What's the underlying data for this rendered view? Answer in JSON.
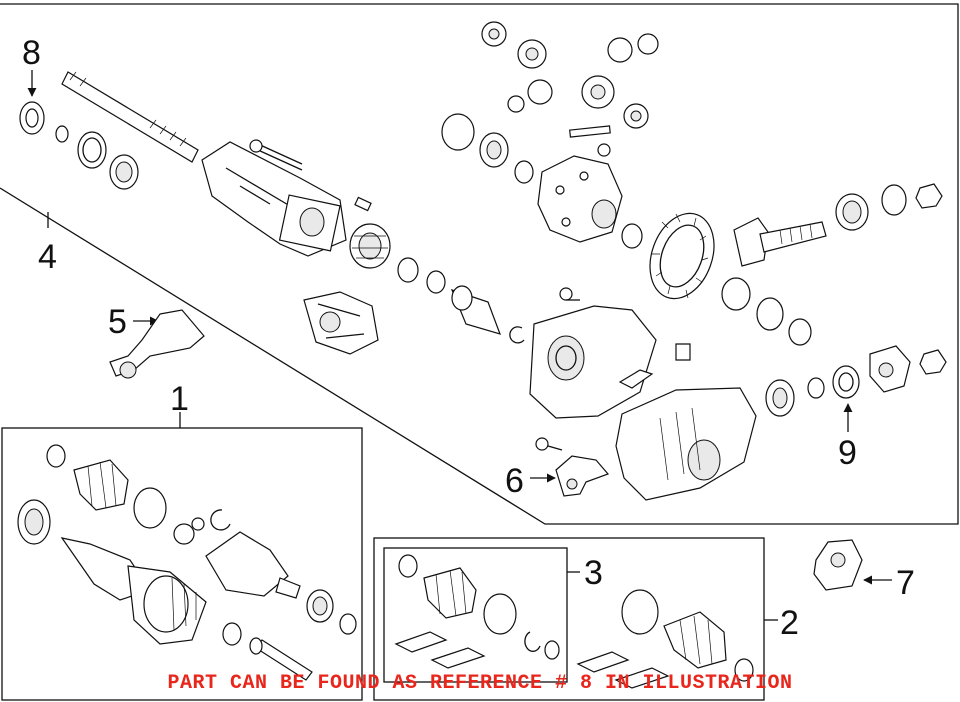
{
  "diagram": {
    "callouts": {
      "c1": "1",
      "c2": "2",
      "c3": "3",
      "c4": "4",
      "c5": "5",
      "c6": "6",
      "c7": "7",
      "c8": "8",
      "c9": "9"
    },
    "notice": "PART CAN BE FOUND AS REFERENCE # 8 IN ILLUSTRATION",
    "colors": {
      "notice": "#e8261c",
      "lines": "#111111",
      "background": "#ffffff"
    }
  }
}
